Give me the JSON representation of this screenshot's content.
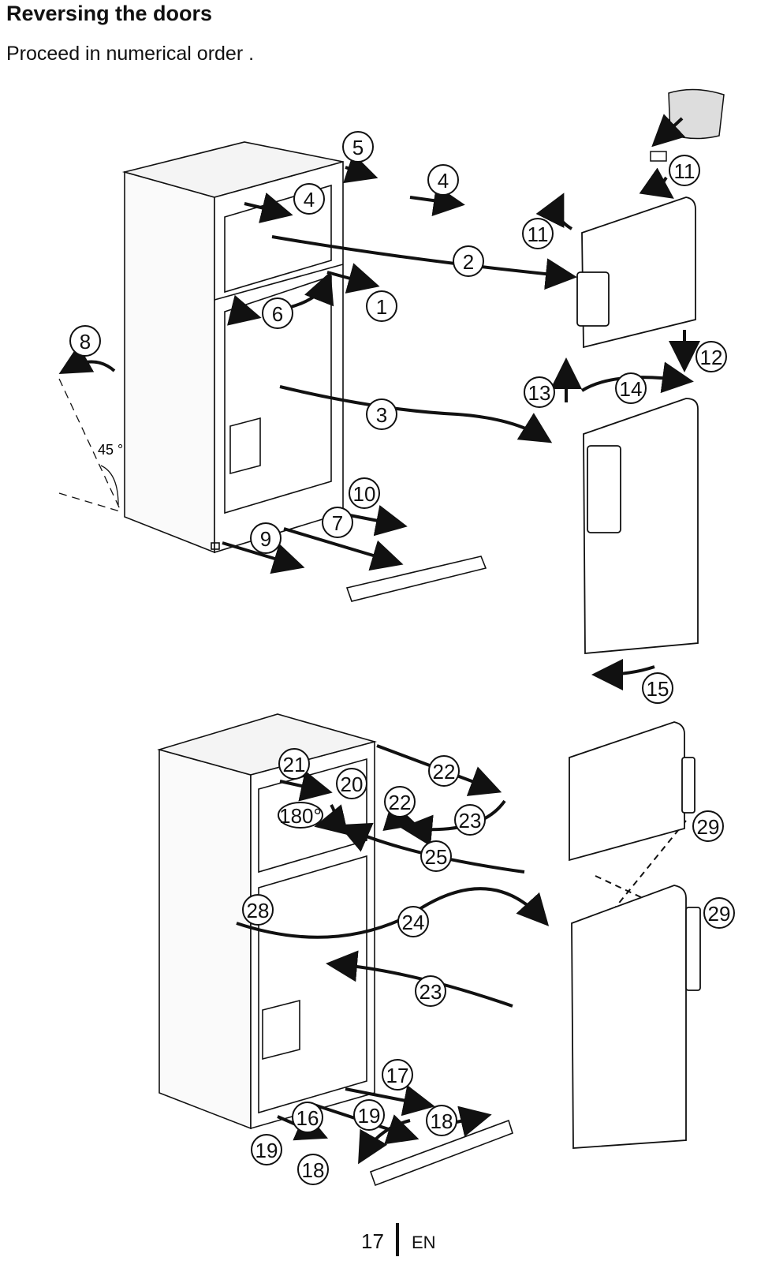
{
  "header": {
    "title": "Reversing the doors",
    "subtitle": "Proceed in numerical order ."
  },
  "diagram": {
    "angle_label": "45 °",
    "rotate_label": "180°",
    "steps": [
      "1",
      "2",
      "3",
      "4",
      "4",
      "5",
      "6",
      "7",
      "8",
      "9",
      "10",
      "11",
      "11",
      "12",
      "13",
      "14",
      "15",
      "16",
      "17",
      "18",
      "18",
      "19",
      "19",
      "20",
      "21",
      "22",
      "22",
      "23",
      "23",
      "24",
      "25",
      "28",
      "29",
      "29"
    ]
  },
  "footer": {
    "page_number": "17",
    "language": "EN"
  }
}
